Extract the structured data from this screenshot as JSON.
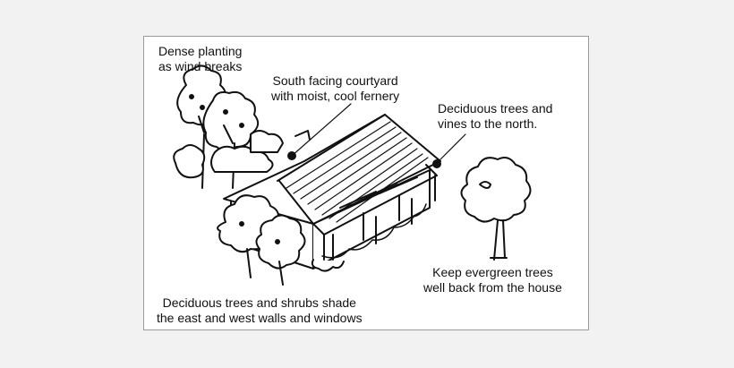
{
  "labels": {
    "wind_break": [
      "Dense planting",
      "as wind breaks"
    ],
    "courtyard": [
      "South facing courtyard",
      "with moist, cool fernery"
    ],
    "deciduous_north": [
      "Deciduous trees and",
      "vines to the north."
    ],
    "evergreen": [
      "Keep evergreen trees",
      "well back from the house"
    ],
    "shade": [
      "Deciduous trees and shrubs shade",
      "the east and west walls and windows"
    ]
  },
  "colors": {
    "ink": "#111111",
    "panel": "#ffffff",
    "frame": "#9a9a9a",
    "page": "#f2f2f2"
  }
}
